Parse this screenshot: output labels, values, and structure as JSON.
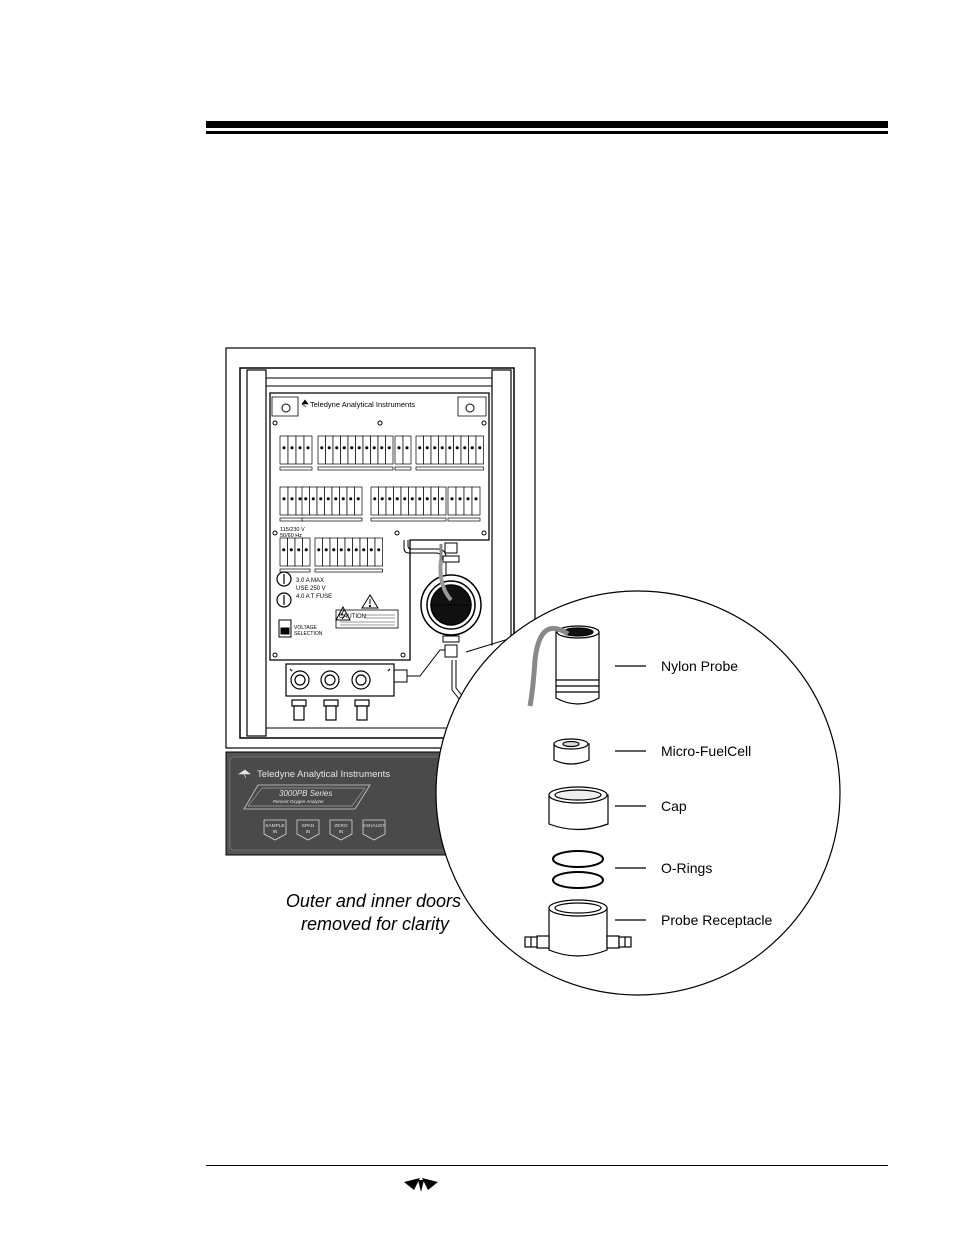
{
  "figure": {
    "caption_line1": "Outer and inner doors",
    "caption_line2": "removed for clarity",
    "brand_panel": "Teledyne Analytical Instruments",
    "brand_front": "Teledyne Analytical Instruments",
    "series_title": "3000PB Series",
    "series_subtitle": "Percent Oxygen Analyzer",
    "ports": [
      "SAMPLE IN",
      "SPAN IN",
      "ZERO IN",
      "EXHAUST"
    ],
    "fuse_text": [
      "3.0 A MAX",
      "USE 250 V",
      "4.0 A T FUSE"
    ],
    "voltage_label": [
      "115/230 V",
      "50/60 Hz"
    ],
    "voltage_selection": [
      "VOLTAGE",
      "SELECTION"
    ],
    "caution_label": "CAUTION",
    "callouts": [
      "Nylon Probe",
      "Micro-FuelCell",
      "Cap",
      "O-Rings",
      "Probe Receptacle"
    ]
  },
  "colors": {
    "ink": "#000000",
    "front_panel": "#4a4a4a",
    "probe_gray": "#9a9a9a",
    "paper": "#ffffff"
  },
  "footer": {
    "logo_icon": "teledyne-logo-icon"
  }
}
